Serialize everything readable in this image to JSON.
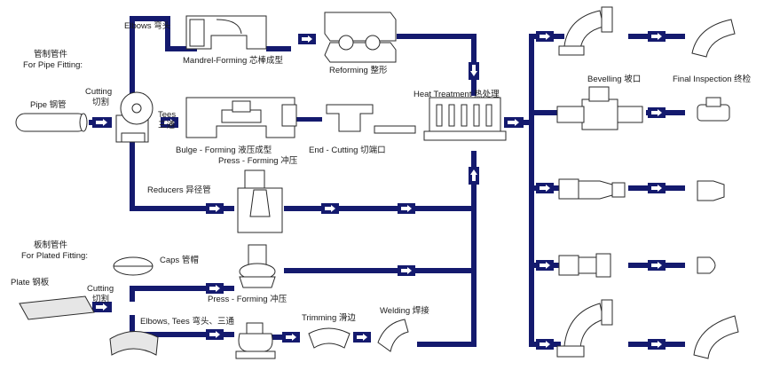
{
  "pipe_fitting_header": {
    "cn": "管制管件",
    "en": "For Pipe Fitting:"
  },
  "plated_fitting_header": {
    "cn": "板制管件",
    "en": "For Plated Fitting:"
  },
  "labels": {
    "pipe": "Pipe 钢管",
    "cutting_top_en": "Cutting",
    "cutting_top_cn": "切割",
    "elbows_top": "Elbows 弯头",
    "mandrel_forming": "Mandrel-Forming 芯棒成型",
    "reforming": "Reforming 整形",
    "heat_treatment": "Heat Treatment 热处理",
    "tees_en": "Tees",
    "tees_cn": "三通",
    "bulge_forming": "Bulge - Forming 液压成型",
    "press_forming_top": "Press - Forming 冲压",
    "end_cutting": "End - Cutting 切端口",
    "reducers": "Reducers 异径管",
    "plate": "Plate 钢板",
    "cutting_bottom_en": "Cutting",
    "cutting_bottom_cn": "切割",
    "caps": "Caps 管帽",
    "press_forming_bottom": "Press - Forming 冲压",
    "elbows_tees_bottom": "Elbows, Tees 弯头、三通",
    "trimming": "Trimming 滑边",
    "welding": "Welding 焊接",
    "bevelling": "Bevelling 坡口",
    "final_inspection": "Final Inspection 终检"
  },
  "colors": {
    "flow": "#141a6e",
    "arrow": "#ffffff",
    "part_stroke": "#2a2a2a",
    "part_fill": "#e6e6e6"
  }
}
